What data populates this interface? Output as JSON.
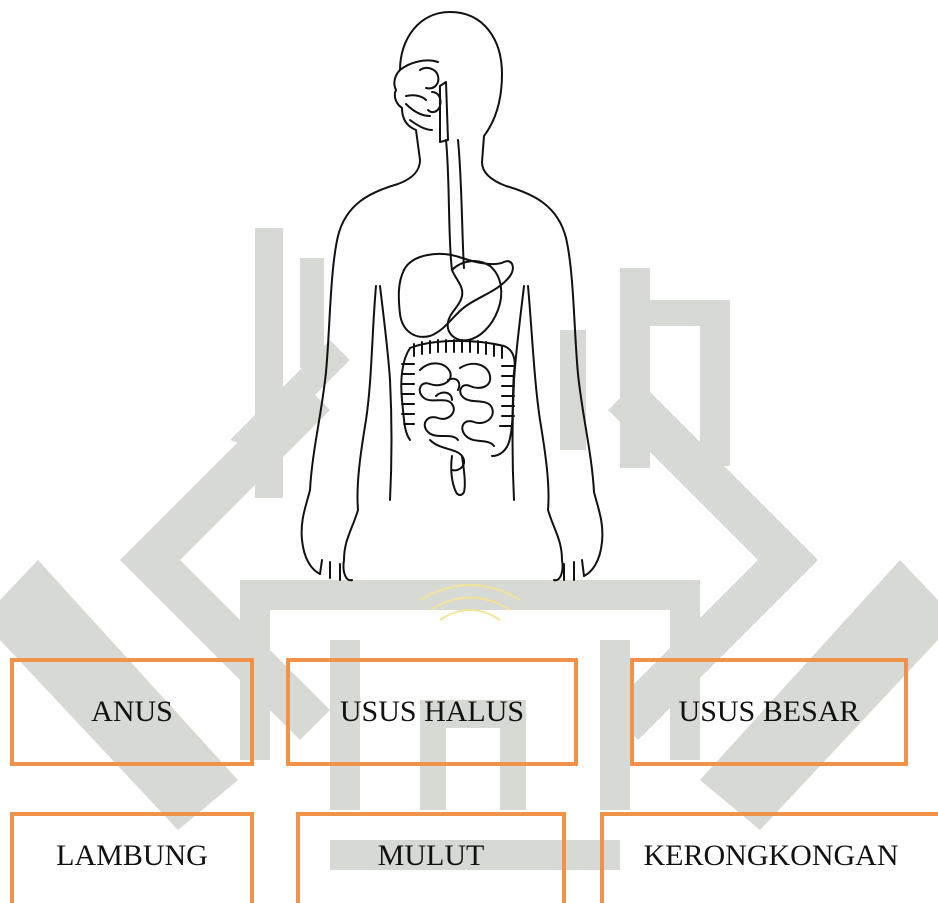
{
  "colors": {
    "box_border": "#f0924a",
    "watermark": "#d7d9d4",
    "watermark_ring": "#f3e39a",
    "outline": "#111111"
  },
  "illustration": {
    "subject": "human digestive system outline",
    "icon": "digestive-system-icon"
  },
  "labels": [
    {
      "id": "anus",
      "text": "ANUS"
    },
    {
      "id": "usus-halus",
      "text": "USUS HALUS"
    },
    {
      "id": "usus-besar",
      "text": "USUS BESAR"
    },
    {
      "id": "lambung",
      "text": "LAMBUNG"
    },
    {
      "id": "mulut",
      "text": "MULUT"
    },
    {
      "id": "kerongkongan",
      "text": "KERONGKONGAN"
    }
  ]
}
